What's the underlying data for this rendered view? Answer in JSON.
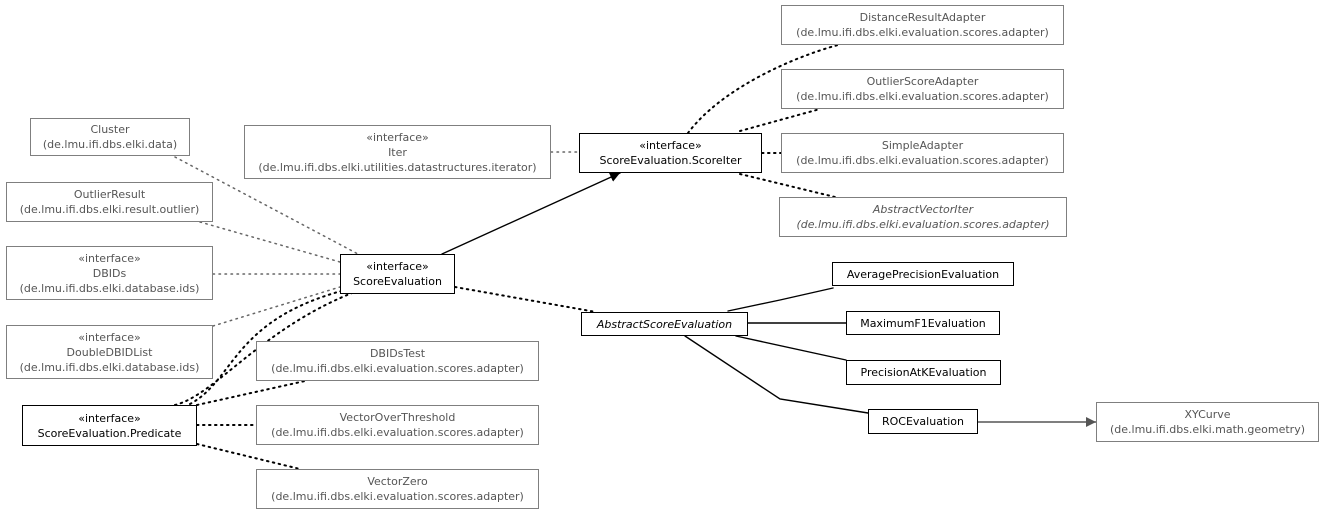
{
  "nodes": {
    "cluster": {
      "name": "Cluster",
      "pkg": "(de.lmu.ifi.dbs.elki.data)"
    },
    "outlier_result": {
      "name": "OutlierResult",
      "pkg": "(de.lmu.ifi.dbs.elki.result.outlier)"
    },
    "dbids": {
      "stereotype": "«interface»",
      "name": "DBIDs",
      "pkg": "(de.lmu.ifi.dbs.elki.database.ids)"
    },
    "double_dbid_list": {
      "stereotype": "«interface»",
      "name": "DoubleDBIDList",
      "pkg": "(de.lmu.ifi.dbs.elki.database.ids)"
    },
    "predicate": {
      "stereotype": "«interface»",
      "name": "ScoreEvaluation.Predicate"
    },
    "iter": {
      "stereotype": "«interface»",
      "name": "Iter",
      "pkg": "(de.lmu.ifi.dbs.elki.utilities.datastructures.iterator)"
    },
    "score_evaluation": {
      "stereotype": "«interface»",
      "name": "ScoreEvaluation"
    },
    "score_iter": {
      "stereotype": "«interface»",
      "name": "ScoreEvaluation.ScoreIter"
    },
    "distance_result_adapter": {
      "name": "DistanceResultAdapter",
      "pkg": "(de.lmu.ifi.dbs.elki.evaluation.scores.adapter)"
    },
    "outlier_score_adapter": {
      "name": "OutlierScoreAdapter",
      "pkg": "(de.lmu.ifi.dbs.elki.evaluation.scores.adapter)"
    },
    "simple_adapter": {
      "name": "SimpleAdapter",
      "pkg": "(de.lmu.ifi.dbs.elki.evaluation.scores.adapter)"
    },
    "abstract_vector_iter": {
      "name": "AbstractVectorIter",
      "pkg": "(de.lmu.ifi.dbs.elki.evaluation.scores.adapter)"
    },
    "dbids_test": {
      "name": "DBIDsTest",
      "pkg": "(de.lmu.ifi.dbs.elki.evaluation.scores.adapter)"
    },
    "vector_over_threshold": {
      "name": "VectorOverThreshold",
      "pkg": "(de.lmu.ifi.dbs.elki.evaluation.scores.adapter)"
    },
    "vector_zero": {
      "name": "VectorZero",
      "pkg": "(de.lmu.ifi.dbs.elki.evaluation.scores.adapter)"
    },
    "abstract_score_evaluation": {
      "name": "AbstractScoreEvaluation"
    },
    "average_precision_evaluation": {
      "name": "AveragePrecisionEvaluation"
    },
    "maximum_f1_evaluation": {
      "name": "MaximumF1Evaluation"
    },
    "precision_at_k_evaluation": {
      "name": "PrecisionAtKEvaluation"
    },
    "roc_evaluation": {
      "name": "ROCEvaluation"
    },
    "xy_curve": {
      "name": "XYCurve",
      "pkg": "(de.lmu.ifi.dbs.elki.math.geometry)"
    }
  },
  "colors": {
    "main_border": "#000000",
    "external_border": "#7f7f7f",
    "external_text": "#555555",
    "edge": "#000000",
    "edge_light": "#555555"
  }
}
